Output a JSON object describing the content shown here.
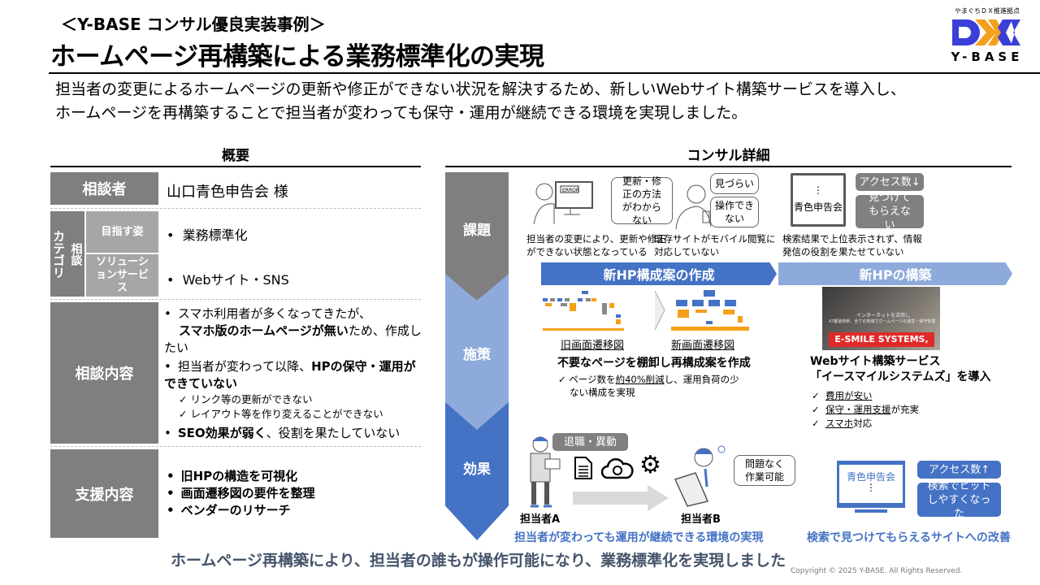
{
  "header": {
    "subtitle": "＜Y-BASE コンサル優良実装事例＞",
    "title": "ホームページ再構築による業務標準化の実現",
    "logo": {
      "tagline": "やまぐちＤＸ推進拠点",
      "mark": "DX",
      "name": "Y-BASE"
    }
  },
  "description": [
    "担当者の変更によるホームページの更新や修正ができない状況を解決するため、新しいWebサイト構築サービスを導入し、",
    "ホームページを再構築することで担当者が変わっても保守・運用が継続できる環境を実現しました。"
  ],
  "overview": {
    "heading": "概要",
    "consultant_label": "相談者",
    "consultant_value": "山口青色申告会 様",
    "category_label": "カテゴリ",
    "category_sub": "相談",
    "goal_label": "目指す姿",
    "goal_value": "業務標準化",
    "solution_label": "ソリューションサービス",
    "solution_value": "Webサイト・SNS",
    "consult_label": "相談内容",
    "consult_items": [
      {
        "pre": "スマホ利用者が多くなってきたが、",
        "bold": "スマホ版のホームページが無い",
        "post": "ため、作成したい"
      },
      {
        "pre": "担当者が変わって以降、",
        "bold": "HPの保守・運用ができていない",
        "post": ""
      },
      {
        "pre": "",
        "bold": "SEO効果が弱く",
        "post": "、役割を果たしていない"
      }
    ],
    "consult_checks": [
      "リンク等の更新ができない",
      "レイアウト等を作り変えることができない"
    ],
    "support_label": "支援内容",
    "support_items": [
      "旧HPの構造を可視化",
      "画面遷移図の要件を整理",
      "ベンダーのリサーチ"
    ]
  },
  "detail": {
    "heading": "コンサル詳細",
    "stages": [
      "課題",
      "施策",
      "効果"
    ],
    "issues": [
      {
        "bubble": "更新・修正の方法がわからない",
        "screen": "ERROR",
        "caption": "担当者の変更により、更新や修正ができない状態となっている"
      },
      {
        "bubbles": [
          "見づらい",
          "操作できない"
        ],
        "caption": "既存サイトがモバイル閲覧に対応していない"
      },
      {
        "screen": "青色申告会",
        "tags": [
          "アクセス数↓",
          "見つけてもらえない"
        ],
        "caption": "検索結果で上位表示されず、情報発信の役割を果たせていない"
      }
    ],
    "measure1": {
      "title": "新HP構成案の作成",
      "old_label": "旧画面遷移図",
      "new_label": "新画面遷移図",
      "heading": "不要なページを棚卸し再構成案を作成",
      "check_pre": "ページ数を",
      "check_u": "約40%削減",
      "check_post": "し、運用負荷の少ない構成を実現"
    },
    "measure2": {
      "title": "新HPの構築",
      "shot_text1": "インターネットを活用し",
      "shot_text2": "47都道府県、全ての地域でホームページの運営・保守管理",
      "shot_brand": "E-SMILE SYSTEMS, LTD.",
      "heading1": "Webサイト構築サービス",
      "heading2": "「イースマイルシステムズ」を導入",
      "checks": [
        {
          "u": "費用が安い",
          "post": ""
        },
        {
          "u": "保守・運用支援",
          "post": "が充実"
        },
        {
          "u": "スマホ",
          "post": "対応"
        }
      ]
    },
    "effect1": {
      "tag": "退職・異動",
      "personA": "担当者A",
      "personB": "担当者B",
      "bubble": "問題なく作業可能",
      "caption": "担当者が変わっても運用が継続できる環境の実現"
    },
    "effect2": {
      "screen": "青色申告会",
      "tags": [
        "アクセス数↑",
        "検索でヒットしやすくなった"
      ],
      "caption": "検索で見つけてもらえるサイトへの改善"
    }
  },
  "summary": "ホームページ再構築により、担当者の誰もが操作可能になり、業務標準化を実現しました",
  "copyright": "Copyright © 2025 Y-BASE. All Rights Reserved.",
  "colors": {
    "gray": "#7f7f7f",
    "light_gray": "#a6a6a6",
    "blue": "#4472c4",
    "light_blue": "#8eaadb",
    "summary": "#44546a",
    "orange": "#f5a01a",
    "logo_blue": "#3b3fd8"
  }
}
